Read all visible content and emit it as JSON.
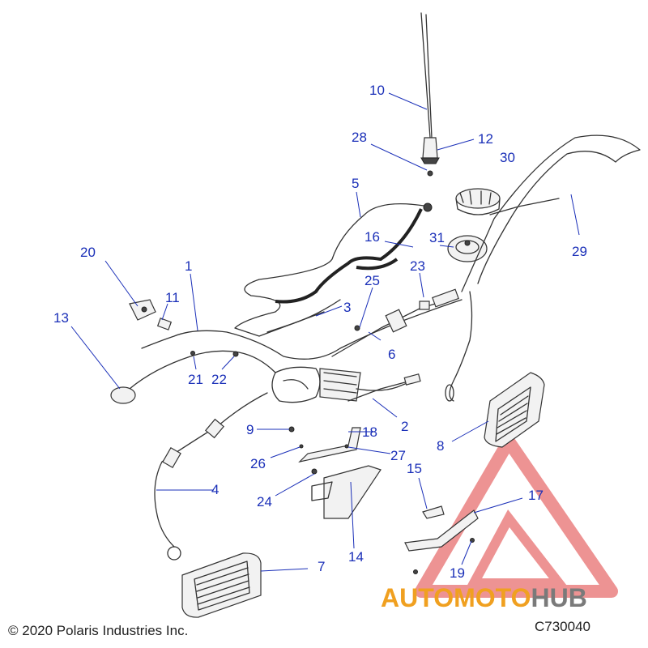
{
  "copyright": "© 2020 Polaris Industries Inc.",
  "drawing_number": "C730040",
  "watermark": {
    "part1": "AUTOMOTO",
    "part2": "HUB",
    "color_primary": "#f0a020",
    "color_secondary": "#7a7a7a",
    "triangle_color": "#e87070"
  },
  "callouts": [
    {
      "id": "c1",
      "label": "1"
    },
    {
      "id": "c2",
      "label": "2"
    },
    {
      "id": "c3",
      "label": "3"
    },
    {
      "id": "c4",
      "label": "4"
    },
    {
      "id": "c5",
      "label": "5"
    },
    {
      "id": "c6",
      "label": "6"
    },
    {
      "id": "c7",
      "label": "7"
    },
    {
      "id": "c8",
      "label": "8"
    },
    {
      "id": "c9",
      "label": "9"
    },
    {
      "id": "c10",
      "label": "10"
    },
    {
      "id": "c11",
      "label": "11"
    },
    {
      "id": "c12",
      "label": "12"
    },
    {
      "id": "c13",
      "label": "13"
    },
    {
      "id": "c14",
      "label": "14"
    },
    {
      "id": "c15",
      "label": "15"
    },
    {
      "id": "c16",
      "label": "16"
    },
    {
      "id": "c17",
      "label": "17"
    },
    {
      "id": "c18",
      "label": "18"
    },
    {
      "id": "c19",
      "label": "19"
    },
    {
      "id": "c20",
      "label": "20"
    },
    {
      "id": "c21",
      "label": "21"
    },
    {
      "id": "c22",
      "label": "22"
    },
    {
      "id": "c23",
      "label": "23"
    },
    {
      "id": "c24",
      "label": "24"
    },
    {
      "id": "c25",
      "label": "25"
    },
    {
      "id": "c26",
      "label": "26"
    },
    {
      "id": "c27",
      "label": "27"
    },
    {
      "id": "c28",
      "label": "28"
    },
    {
      "id": "c29",
      "label": "29"
    },
    {
      "id": "c30",
      "label": "30"
    },
    {
      "id": "c31",
      "label": "31"
    }
  ]
}
